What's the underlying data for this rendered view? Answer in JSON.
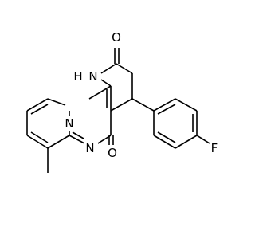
{
  "structure": {
    "atom_labels": {
      "carbonyl_oxygen_top": "O",
      "carbonyl_oxygen_bottom": "O",
      "amide_nh": "H",
      "amide_n": "N",
      "bridgehead_nitrogen": "N",
      "imine_nitrogen": "N",
      "fluorine": "F"
    }
  }
}
